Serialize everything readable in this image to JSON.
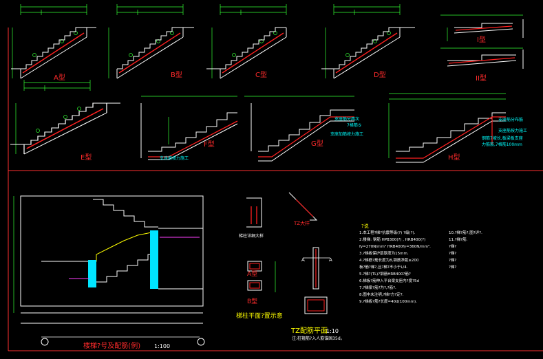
{
  "colors": {
    "background": "#000000",
    "stair_outline": "#ffffff",
    "rebar_red": "#ff2020",
    "dim_green": "#33ff33",
    "label_red": "#ff2b2b",
    "title_yellow": "#ffff00",
    "column_cyan": "#00e5ff",
    "frame_red": "#ff3030"
  },
  "stair_types": [
    {
      "key": "a",
      "label": "A型"
    },
    {
      "key": "b",
      "label": "B型"
    },
    {
      "key": "c",
      "label": "C型"
    },
    {
      "key": "d",
      "label": "D型"
    },
    {
      "key": "i",
      "label": "I型"
    },
    {
      "key": "ii",
      "label": "II型"
    },
    {
      "key": "e",
      "label": "E型"
    },
    {
      "key": "f",
      "label": "F型"
    },
    {
      "key": "g",
      "label": "G型"
    },
    {
      "key": "h",
      "label": "H型"
    }
  ],
  "annotations": {
    "support_seat_f": "支座筋按力施工",
    "support_seat_g": "支座加筋按力施工",
    "g_note": "支座筋分两次",
    "g_note2": "7格筋⑤",
    "h_note1": "支座筋分布筋",
    "h_note2": "支座筋按力施工",
    "h_note3": "钢筋7坡长,板梁板支座",
    "h_note4": "力筋筋,7格筋100mm"
  },
  "section": {
    "title": "楼梯?号及配筋(例)",
    "scale": "1:100"
  },
  "column_plan": {
    "detail_title": "梯柱详细大样",
    "a_label": "A型",
    "b_label": "B型",
    "title": "梯柱平面?置示意",
    "section_mark": "TZ大样",
    "cut_a": "A",
    "cut_a2": "A"
  },
  "tz_detail": {
    "title": "TZ配筋平面",
    "scale": "1:10",
    "note": "注:柱箍筋?入人筋锚固35d。"
  },
  "notes": {
    "heading": "?说",
    "lines": [
      "1.本工程?梯?抗震等级(?)      ?级(?).",
      "2.楼梯: 钢筋 HPB300(?) , HRB400(?)",
      "  fy=270N/mm² HRB400fy=360N/mm².",
      "3.?梯板保护层厚度为15mm.",
      "4.?梯筋?筋长度为8,钢筋净距≥200",
      "  板?筋?梯?,且?梯?不小于L/4.",
      "5.?梯?(TL)?钢筋HRB400?筋?",
      "6.梯板?筋伸入平台梁支座内?度?5d",
      "7.?梯梁?筋?为?,?筋?.",
      "8.图中未注明,?梯?方?定?.",
      "9.?梯板?筋?长度=40d(100mm)."
    ],
    "right_lines": [
      "10.?梯?筋?,图?详?.",
      "11.?梯?筋.",
      "   ?梯?",
      "   ?梯?",
      "   ?梯?",
      "   ?梯?"
    ]
  }
}
